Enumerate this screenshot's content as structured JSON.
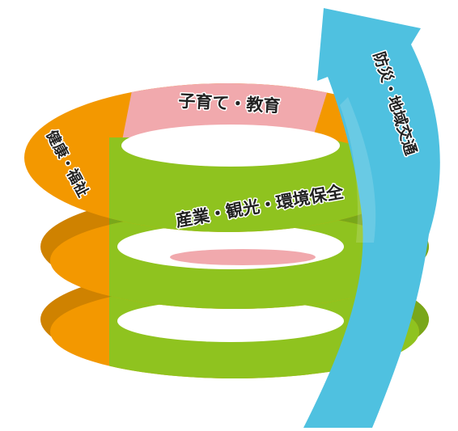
{
  "segments": {
    "childcare_education": {
      "label": "子育て・教育",
      "color": "#f1a9ad"
    },
    "health_welfare": {
      "label": "健康・福祉",
      "color": "#f39800"
    },
    "industry_tourism_environment": {
      "label": "産業・観光・環境保全",
      "color": "#8fc31f"
    },
    "disaster_community_transport": {
      "label": "防災・地域交通",
      "color": "#4fc1e0"
    }
  }
}
